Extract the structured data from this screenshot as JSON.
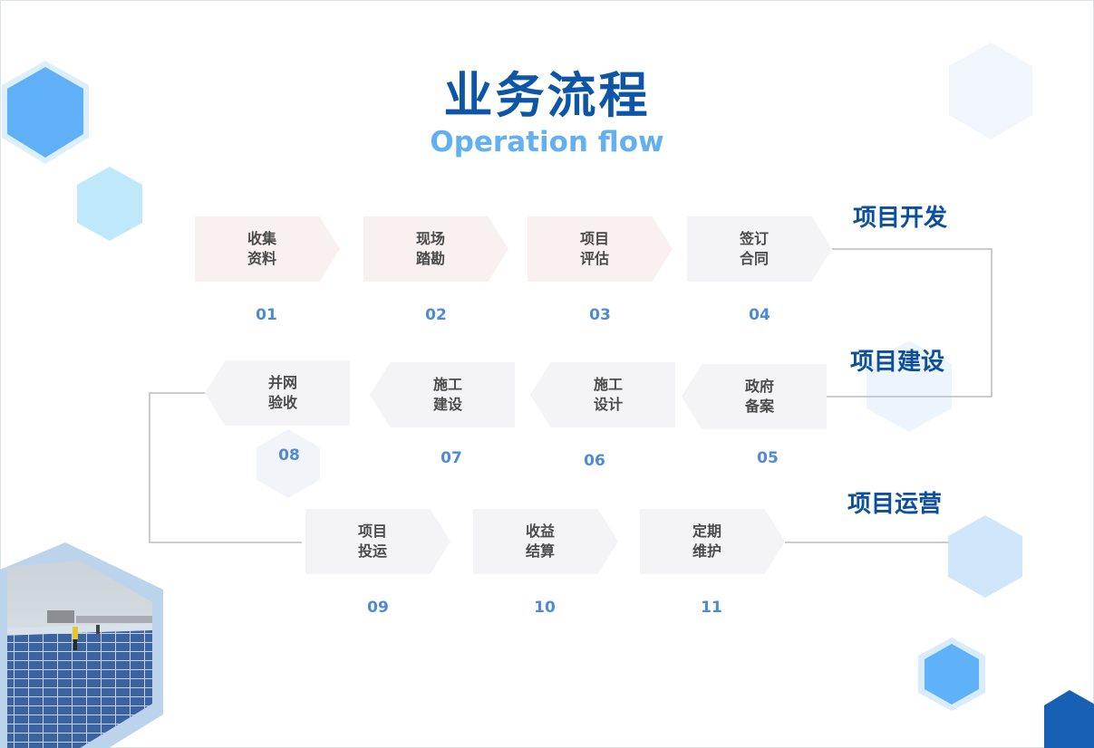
{
  "header": {
    "title": "业务流程",
    "subtitle": "Operation flow"
  },
  "phases": [
    {
      "label": "项目开发"
    },
    {
      "label": "项目建设"
    },
    {
      "label": "项目运营"
    }
  ],
  "steps": [
    {
      "label": "收集资料",
      "number": "01"
    },
    {
      "label": "现场踏勘",
      "number": "02"
    },
    {
      "label": "项目评估",
      "number": "03"
    },
    {
      "label": "签订合同",
      "number": "04"
    },
    {
      "label": "政府备案",
      "number": "05"
    },
    {
      "label": "施工设计",
      "number": "06"
    },
    {
      "label": "施工建设",
      "number": "07"
    },
    {
      "label": "并网验收",
      "number": "08"
    },
    {
      "label": "项目投运",
      "number": "09"
    },
    {
      "label": "收益结算",
      "number": "10"
    },
    {
      "label": "定期维护",
      "number": "11"
    }
  ],
  "colors": {
    "title": "#0d55a7",
    "subtitle": "#63b0f0",
    "phase": "#0c4f9c",
    "step_number": "#4f8ad6",
    "connector": "#b8bcc4"
  },
  "photo": {
    "subject": "solar-panel-rooftop-photo"
  }
}
